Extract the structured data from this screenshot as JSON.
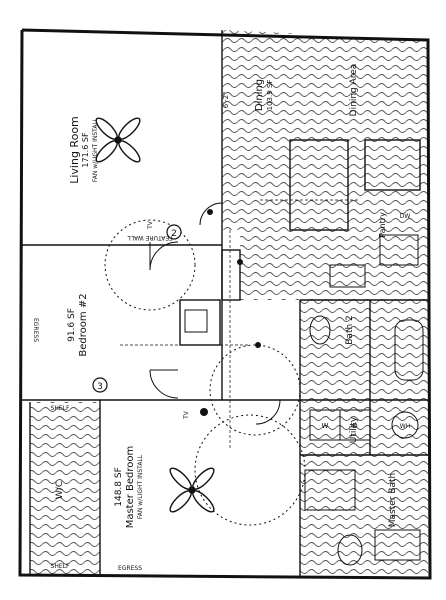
{
  "rooms": {
    "living": {
      "name": "Living Room",
      "area": "171.6 SF",
      "note": "FAN w/LIGHT INSTALL"
    },
    "dining": {
      "name": "Dining",
      "area": "103.9 SF"
    },
    "kitchen": {
      "name": "Dining Area"
    },
    "bedroom2": {
      "name": "Bedroom #2",
      "area": "91.6 SF"
    },
    "master": {
      "name": "Master Bedroom",
      "area": "148.8 SF",
      "note": "FAN w/LIGHT INSTALL"
    },
    "wic": {
      "name": "W/C"
    },
    "bath2": {
      "name": "Bath 2"
    },
    "utility": {
      "name": "Utility"
    },
    "master_bath": {
      "name": "Master Bath"
    },
    "pantry": {
      "name": "Pantry"
    }
  },
  "labels": {
    "feature_wall": "FEATURE WALL",
    "egress": "EGRESS",
    "egress2": "EGRESS",
    "shelf": "SHELF",
    "shelf2": "SHELF",
    "tv": "TV",
    "tv2": "TV",
    "dim": "6'-2\"",
    "tag2": "2",
    "tag3": "3",
    "wh": "WH",
    "dw": "DW",
    "w": "W",
    "d": "D"
  },
  "colors": {
    "line": "#111111",
    "hatch": "#2a2a2a",
    "paper": "#ffffff"
  }
}
